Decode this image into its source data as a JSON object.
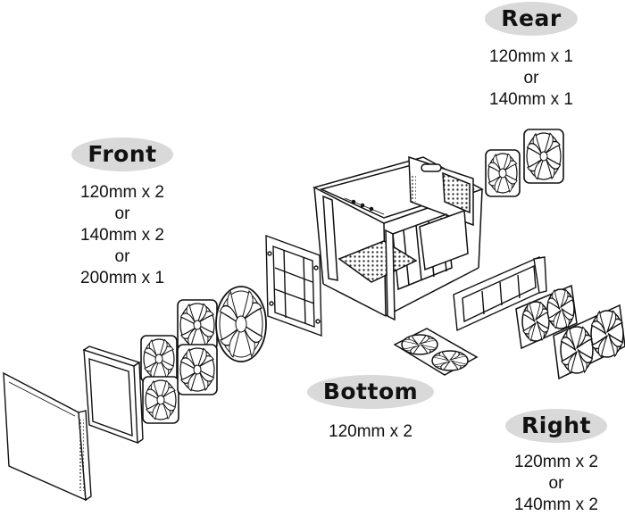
{
  "labels": {
    "rear": {
      "title": "Rear",
      "lines": [
        "120mm x 1",
        "or",
        "140mm x 1"
      ]
    },
    "front": {
      "title": "Front",
      "lines": [
        "120mm x 2",
        "or",
        "140mm x 2",
        "or",
        "200mm x 1"
      ]
    },
    "bottom": {
      "title": "Bottom",
      "lines": [
        "120mm x 2"
      ]
    },
    "right": {
      "title": "Right",
      "lines": [
        "120mm x 2",
        "or",
        "140mm x 2"
      ]
    }
  },
  "colors": {
    "pill": "#d9d9d9",
    "ink": "#111111",
    "background": "#ffffff"
  }
}
